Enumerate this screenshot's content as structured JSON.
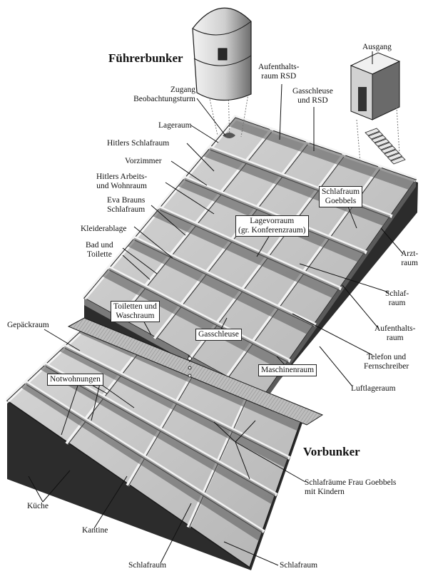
{
  "headings": {
    "fuehrerbunker": "Führerbunker",
    "vorbunker": "Vorbunker"
  },
  "labels": {
    "ausgang": "Ausgang",
    "aufenthaltsraum_rsd": [
      "Aufenthalts-",
      "raum RSD"
    ],
    "gasschleuse_rsd": [
      "Gasschleuse",
      "und RSD"
    ],
    "zugang_beobachtungsturm": [
      "Zugang",
      "Beobachtungsturm"
    ],
    "lageraum": "Lageraum",
    "hitlers_schlafraum": "Hitlers Schlafraum",
    "vorzimmer": "Vorzimmer",
    "hitlers_arbeits_wohnraum": [
      "Hitlers Arbeits-",
      "und Wohnraum"
    ],
    "eva_brauns_schlafraum": [
      "Eva Brauns",
      "Schlafraum"
    ],
    "kleiderablage": "Kleiderablage",
    "bad_toilette": [
      "Bad und",
      "Toilette"
    ],
    "schlafraum_goebbels": [
      "Schlafraum",
      "Goebbels"
    ],
    "lagevorraum": [
      "Lagevorraum",
      "(gr. Konferenzraum)"
    ],
    "arztraum": [
      "Arzt-",
      "raum"
    ],
    "schlafraum_right": [
      "Schlaf-",
      "raum"
    ],
    "aufenthaltsraum_right": [
      "Aufenthalts-",
      "raum"
    ],
    "telefon_fernschreiber": [
      "Telefon und",
      "Fernschreiber"
    ],
    "luftlageraum": "Luftlageraum",
    "maschinenraum": "Maschinenraum",
    "gasschleuse": "Gasschleuse",
    "toiletten_waschraum": [
      "Toiletten und",
      "Waschraum"
    ],
    "gepaeckraum": "Gepäckraum",
    "notwohnungen": "Notwohnungen",
    "schlafraeume_frau_goebbels": [
      "Schlafräume Frau Goebbels",
      "mit Kindern"
    ],
    "kueche": "Küche",
    "kantine": "Kantine",
    "schlafraum_bottom_left": "Schlafraum",
    "schlafraum_bottom_right": "Schlafraum"
  },
  "colors": {
    "floor": "#c9c9c9",
    "wall_top": "#f2f2f2",
    "wall_side": "#555555",
    "shadow": "#3a3a3a",
    "outline": "#1a1a1a"
  }
}
